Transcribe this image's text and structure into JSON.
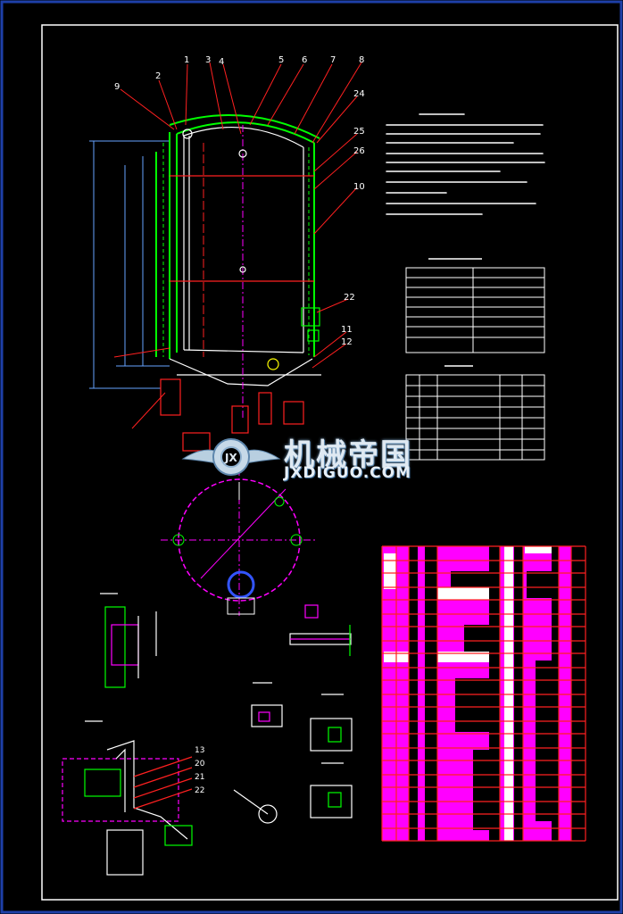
{
  "colors": {
    "background": "#000000",
    "border": "#1e3fa8",
    "frame": "#ffffff",
    "vessel_outline": "#00ff00",
    "leader_lines": "#ff2020",
    "section_magenta": "#ff00ff",
    "dimension_blue": "#66a3ff",
    "text_white": "#ffffff",
    "watermark": "#cfdde8"
  },
  "balloon_numbers_top": [
    "1",
    "2",
    "3",
    "4",
    "5",
    "6",
    "7",
    "8",
    "9"
  ],
  "balloon_numbers_right": [
    "24",
    "25",
    "26",
    "10",
    "22",
    "11",
    "12"
  ],
  "detail_balloons": [
    "13",
    "20",
    "21",
    "22"
  ],
  "watermark": {
    "title": "机械帝国",
    "subtitle": "JXDIGUO.COM",
    "icon": "gear-wings-logo-icon"
  }
}
